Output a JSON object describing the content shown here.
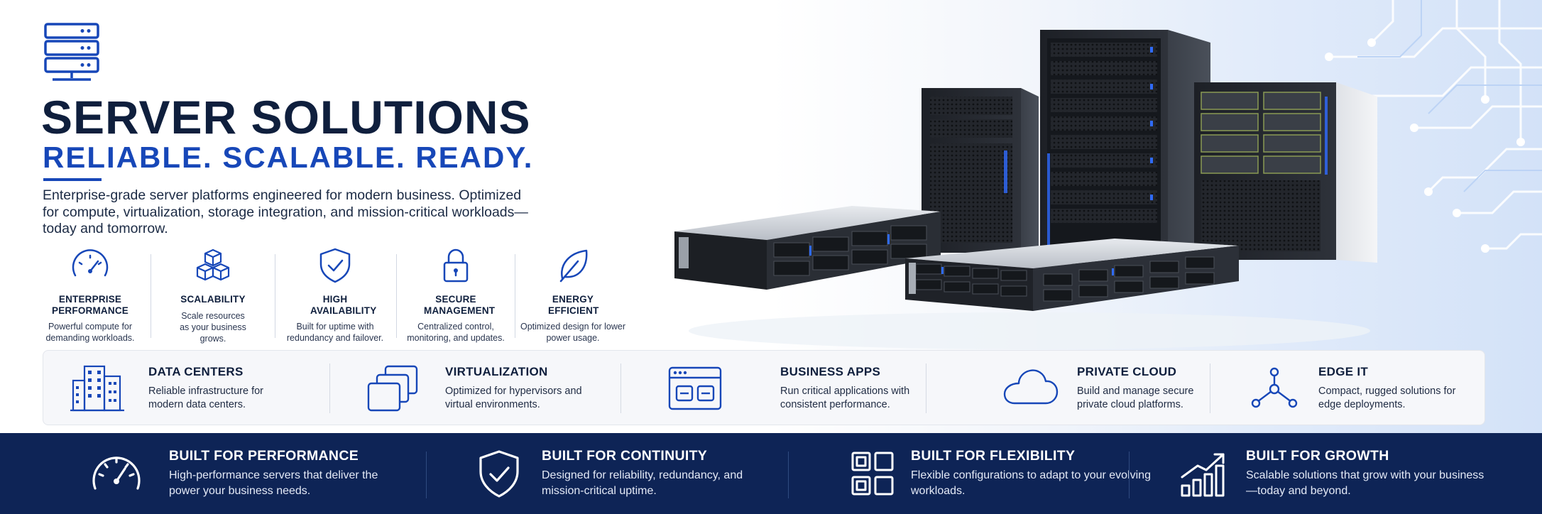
{
  "header": {
    "title": "SERVER SOLUTIONS",
    "tagline": "RELIABLE. SCALABLE. READY.",
    "intro": "Enterprise-grade server platforms engineered for modern business. Optimized for compute, virtualization, storage integration, and mission-critical workloads—today and tomorrow.",
    "logo_icon": "server-rack-icon"
  },
  "features": [
    {
      "icon": "gauge-icon",
      "name": "ENTERPRISE PERFORMANCE",
      "desc": "Powerful compute for demanding workloads."
    },
    {
      "icon": "cubes-icon",
      "name": "SCALABILITY",
      "desc": "Scale resources as your business grows."
    },
    {
      "icon": "shield-check-icon",
      "name": "HIGH AVAILABILITY",
      "desc": "Built for uptime with redundancy and failover."
    },
    {
      "icon": "lock-icon",
      "name": "SECURE MANAGEMENT",
      "desc": "Centralized control, monitoring, and updates."
    },
    {
      "icon": "leaf-icon",
      "name": "ENERGY EFFICIENT",
      "desc": "Optimized design for lower power usage."
    }
  ],
  "use_cases": [
    {
      "icon": "building-icon",
      "name": "DATA CENTERS",
      "desc": "Reliable infrastructure for modern data centers."
    },
    {
      "icon": "stacked-windows-icon",
      "name": "VIRTUALIZATION",
      "desc": "Optimized for hypervisors and virtual environments."
    },
    {
      "icon": "app-window-icon",
      "name": "BUSINESS APPS",
      "desc": "Run critical applications with consistent performance."
    },
    {
      "icon": "cloud-icon",
      "name": "PRIVATE CLOUD",
      "desc": "Build and manage secure private cloud platforms."
    },
    {
      "icon": "network-nodes-icon",
      "name": "EDGE IT",
      "desc": "Compact, rugged solutions for edge deployments."
    }
  ],
  "built_for": [
    {
      "icon": "speedometer-icon",
      "name": "BUILT FOR PERFORMANCE",
      "desc": "High-performance servers that deliver the power your business needs."
    },
    {
      "icon": "shield-check-icon",
      "name": "BUILT FOR CONTINUITY",
      "desc": "Designed for reliability, redundancy, and mission-critical uptime."
    },
    {
      "icon": "modules-grid-icon",
      "name": "BUILT FOR FLEXIBILITY",
      "desc": "Flexible configurations to adapt to your evolving workloads."
    },
    {
      "icon": "growth-chart-icon",
      "name": "BUILT FOR GROWTH",
      "desc": "Scalable solutions that grow with your business—today and beyond."
    }
  ],
  "colors": {
    "navy": "#0f1f3d",
    "accent_blue": "#1747b8",
    "band_navy": "#0e2456",
    "circuit_blue": "#bcd3f5"
  }
}
